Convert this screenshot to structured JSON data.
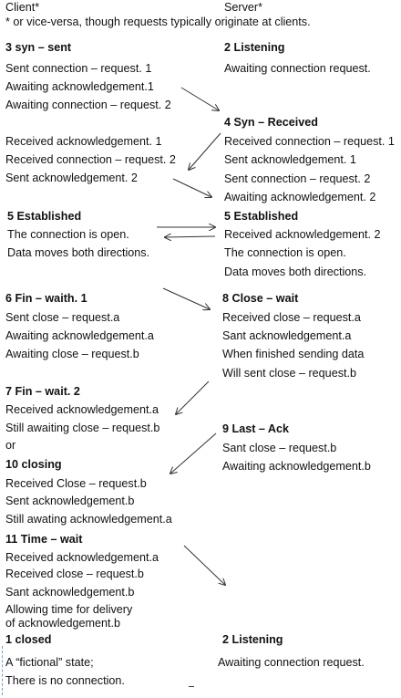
{
  "header": {
    "client": "Client*",
    "server": "Server*",
    "note": "* or vice-versa, though requests typically originate at clients."
  },
  "client": {
    "s3_title": "3 syn – sent",
    "s3_l1": "Sent connection – request. 1",
    "s3_l2": "Awaiting acknowledgement.1",
    "s3_l3": "Awaiting connection – request. 2",
    "s3b_l1": "Received acknowledgement. 1",
    "s3b_l2": "Received connection – request. 2",
    "s3b_l3": "Sent acknowledgement. 2",
    "s5_title": "5 Established",
    "s5_l1": "The connection is open.",
    "s5_l2": "Data moves both directions.",
    "s6_title": "6 Fin – waith. 1",
    "s6_l1": "Sent close – request.a",
    "s6_l2": "Awaiting acknowledgement.a",
    "s6_l3": "Awaiting close – request.b",
    "s7_title": "7 Fin – wait. 2",
    "s7_l1": "Received acknowledgement.a",
    "s7_l2": "Still awaiting close – request.b",
    "or": "or",
    "s10_title": "10 closing",
    "s10_l1": "Received Close – request.b",
    "s10_l2": "Sent acknowledgement.b",
    "s10_l3": "Still awating acknowledgement.a",
    "s11_title": "11 Time – wait",
    "s11_l1": "Received acknowledgement.a",
    "s11_l2": "Received close – request.b",
    "s11_l3": "Sant acknowledgement.b",
    "s11_l4": "Allowing time for delivery",
    "s11_l5": "of acknowledgement.b",
    "s1_title": "1 closed",
    "s1_l1": "A “fictional” state;",
    "s1_l2": "There is no connection."
  },
  "server": {
    "s2_title": "2 Listening",
    "s2_l1": "Awaiting connection request.",
    "s4_title": "4 Syn – Received",
    "s4_l1": "Received connection – request. 1",
    "s4_l2": "Sent acknowledgement. 1",
    "s4_l3": "Sent connection – request. 2",
    "s4_l4": "Awaiting acknowledgement. 2",
    "s5_title": "5 Established",
    "s5_l1": "Received acknowledgement. 2",
    "s5_l2": "The connection is open.",
    "s5_l3": "Data moves both directions.",
    "s8_title": "8 Close – wait",
    "s8_l1": "Received close – request.a",
    "s8_l2": "Sant acknowledgement.a",
    "s8_l3": "When finished sending data",
    "s8_l4": "Will sent close – request.b",
    "s9_title": "9 Last – Ack",
    "s9_l1": "Sant close – request.b",
    "s9_l2": "Awaiting acknowledgement.b",
    "s2b_title": "2 Listening",
    "s2b_l1": "Awaiting connection request."
  },
  "colors": {
    "text": "#111111",
    "arrow": "#333333"
  }
}
